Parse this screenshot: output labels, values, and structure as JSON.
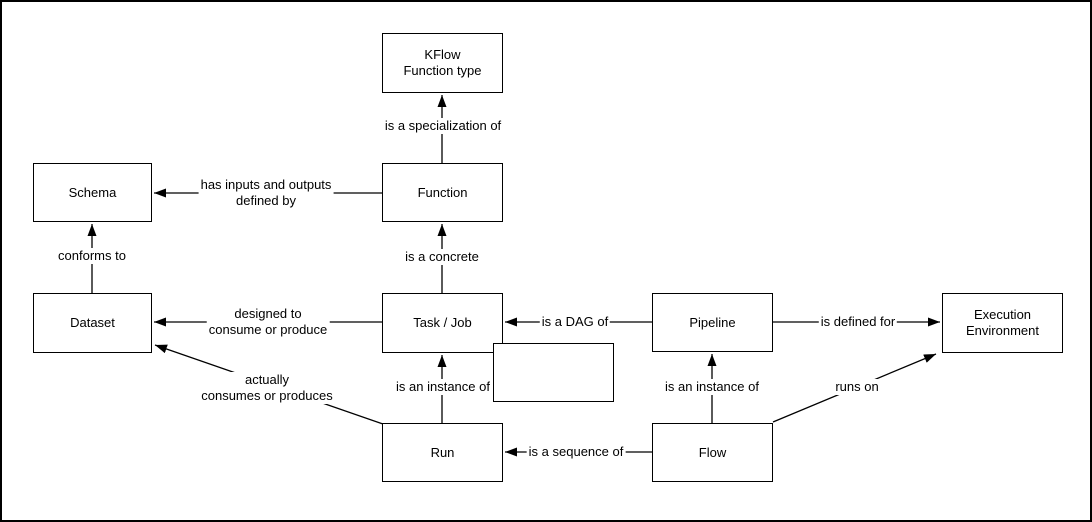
{
  "colors": {
    "stroke": "#000000",
    "text": "#000000",
    "background": "#ffffff"
  },
  "nodes": {
    "kflow_function_type": {
      "label": "KFlow\nFunction type"
    },
    "schema": {
      "label": "Schema"
    },
    "function": {
      "label": "Function"
    },
    "dataset": {
      "label": "Dataset"
    },
    "task_job": {
      "label": "Task / Job"
    },
    "empty_box": {
      "label": ""
    },
    "pipeline": {
      "label": "Pipeline"
    },
    "execution_environment": {
      "label": "Execution\nEnvironment"
    },
    "run": {
      "label": "Run"
    },
    "flow": {
      "label": "Flow"
    }
  },
  "edge_labels": {
    "is_a_specialization_of": "is a specialization of",
    "has_inputs_and_outputs_defined_by": "has inputs and outputs\ndefined by",
    "conforms_to": "conforms to",
    "is_a_concrete": "is a concrete",
    "designed_to_consume_or_produce": "designed to\nconsume or produce",
    "is_a_dag_of": "is a DAG of",
    "is_defined_for": "is defined for",
    "actually_consumes_or_produces": "actually\nconsumes or produces",
    "is_an_instance_of_left": "is an instance of",
    "is_an_instance_of_right": "is an instance of",
    "runs_on": "runs on",
    "is_a_sequence_of": "is a sequence of"
  }
}
